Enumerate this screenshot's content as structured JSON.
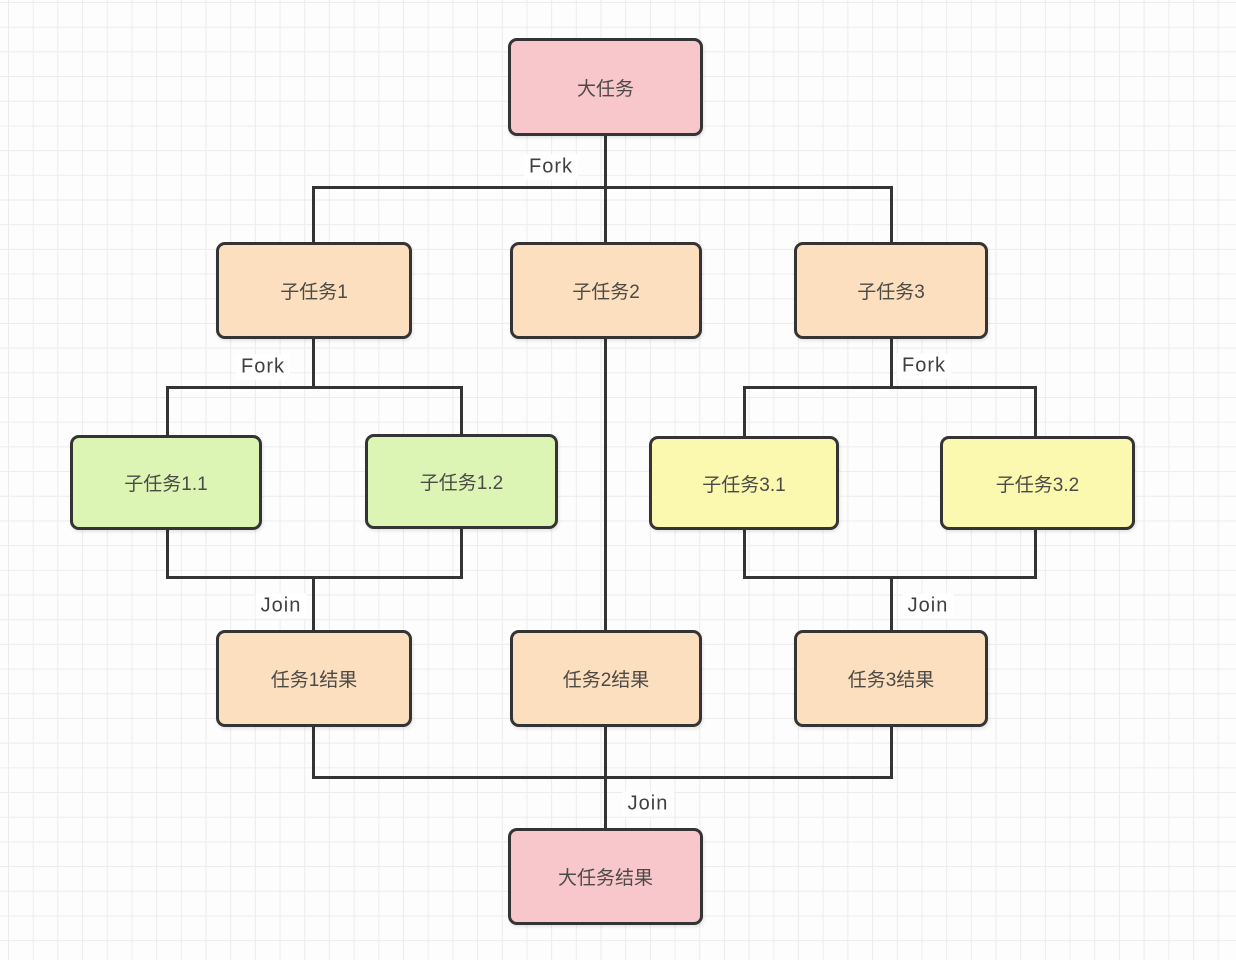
{
  "diagram": {
    "type": "fork-join-flowchart",
    "colors": {
      "big_task": "#f8c7cb",
      "subtask": "#fcdfbe",
      "subtask_level2_left": "#dcf5b5",
      "subtask_level2_right": "#fbf8af",
      "border": "#343434",
      "connector": "#343434",
      "grid": "#ececec",
      "label_text": "#3f3f3f"
    },
    "nodes": [
      {
        "id": "big-task",
        "label": "大任务",
        "color": "pink"
      },
      {
        "id": "subtask-1",
        "label": "子任务1",
        "color": "peach"
      },
      {
        "id": "subtask-2",
        "label": "子任务2",
        "color": "peach"
      },
      {
        "id": "subtask-3",
        "label": "子任务3",
        "color": "peach"
      },
      {
        "id": "subtask-1-1",
        "label": "子任务1.1",
        "color": "green"
      },
      {
        "id": "subtask-1-2",
        "label": "子任务1.2",
        "color": "green"
      },
      {
        "id": "subtask-3-1",
        "label": "子任务3.1",
        "color": "yellow"
      },
      {
        "id": "subtask-3-2",
        "label": "子任务3.2",
        "color": "yellow"
      },
      {
        "id": "result-1",
        "label": "任务1结果",
        "color": "peach"
      },
      {
        "id": "result-2",
        "label": "任务2结果",
        "color": "peach"
      },
      {
        "id": "result-3",
        "label": "任务3结果",
        "color": "peach"
      },
      {
        "id": "big-result",
        "label": "大任务结果",
        "color": "pink"
      }
    ],
    "edge_labels": [
      {
        "id": "fork-top",
        "text": "Fork"
      },
      {
        "id": "fork-left",
        "text": "Fork"
      },
      {
        "id": "fork-right",
        "text": "Fork"
      },
      {
        "id": "join-left",
        "text": "Join"
      },
      {
        "id": "join-right",
        "text": "Join"
      },
      {
        "id": "join-bottom",
        "text": "Join"
      }
    ]
  }
}
